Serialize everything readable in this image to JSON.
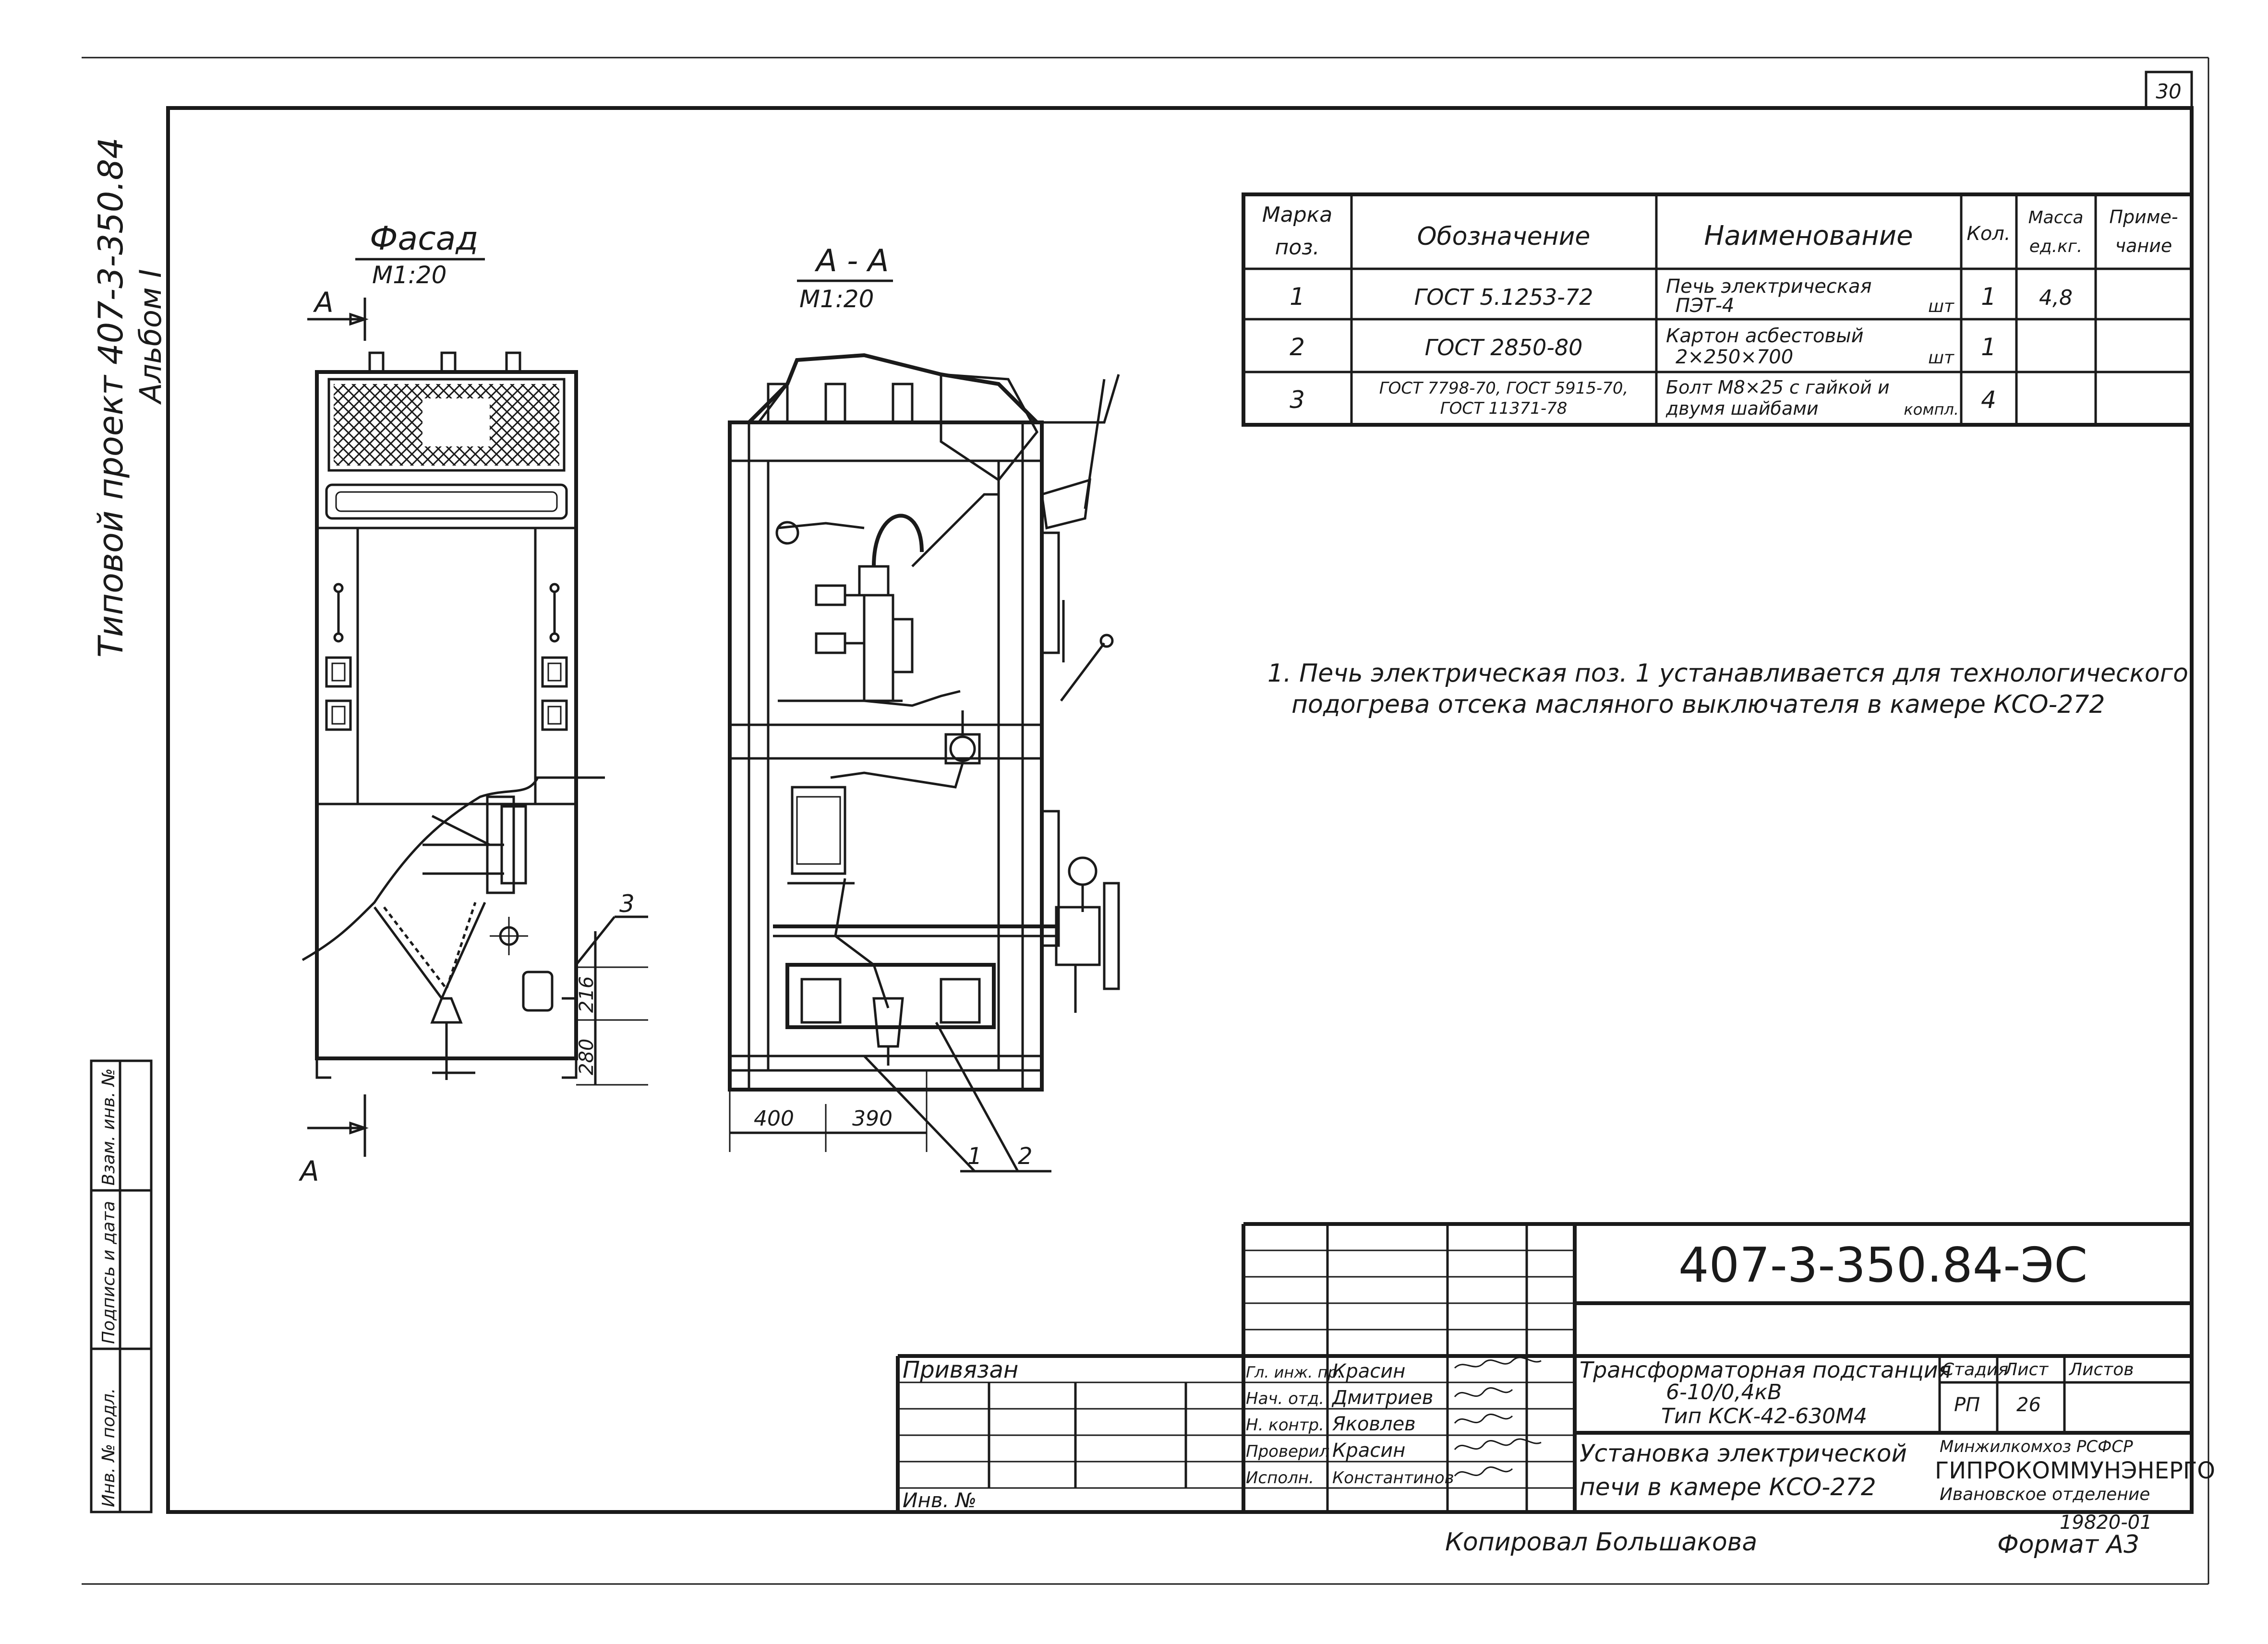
{
  "sheet_number": "30",
  "side_title": "Типовой проект 407-3-350.84",
  "side_album": "Альбом I",
  "left_stamp": {
    "col1": "Инв. № подл.",
    "col2": "Подпись и дата",
    "col3": "Взам. инв. №"
  },
  "views": {
    "facade": {
      "title": "Фасад",
      "scale": "М1:20",
      "section_mark": "А",
      "callout": "3",
      "dim1": "216",
      "dim2": "280"
    },
    "section": {
      "title": "А - А",
      "scale": "М1:20",
      "dim_left": "400",
      "dim_right": "390",
      "callout1": "1",
      "callout2": "2"
    }
  },
  "spec_table": {
    "headers": [
      "Марка поз.",
      "Обозначение",
      "Наименование",
      "Кол.",
      "Масса ед. кг.",
      "Примечание"
    ],
    "header_lines": {
      "mark1": "Марка",
      "mark2": "поз.",
      "desig": "Обозначение",
      "name": "Наименование",
      "qty": "Кол.",
      "mass1": "Масса",
      "mass2": "ед.кг.",
      "note1": "Приме-",
      "note2": "чание"
    },
    "rows": [
      {
        "mark": "1",
        "designation": "ГОСТ 5.1253-72",
        "name1": "Печь электрическая",
        "name2": "ПЭТ-4",
        "unit": "шт",
        "qty": "1",
        "mass": "4,8",
        "note": ""
      },
      {
        "mark": "2",
        "designation": "ГОСТ 2850-80",
        "name1": "Картон асбестовый",
        "name2": "2×250×700",
        "unit": "шт",
        "qty": "1",
        "mass": "",
        "note": ""
      },
      {
        "mark": "3",
        "designation1": "ГОСТ 7798-70, ГОСТ 5915-70,",
        "designation2": "ГОСТ 11371-78",
        "name1": "Болт М8×25 с гайкой и",
        "name2": "двумя шайбами",
        "unit": "компл.",
        "qty": "4",
        "mass": "",
        "note": ""
      }
    ]
  },
  "note_line1": "1. Печь электрическая поз. 1 устанавливается для технологического",
  "note_line2": "подогрева отсека масляного выключателя в камере КСО-272",
  "title_block": {
    "doc_code": "407-3-350.84-ЭС",
    "privyazan": "Привязан",
    "inv_no": "Инв. №",
    "roles": [
      {
        "role": "Гл. инж. пр.",
        "name": "Красин"
      },
      {
        "role": "Нач. отд.",
        "name": "Дмитриев"
      },
      {
        "role": "Н. контр.",
        "name": "Яковлев"
      },
      {
        "role": "Проверил",
        "name": "Красин"
      },
      {
        "role": "Исполн.",
        "name": "Константинов"
      }
    ],
    "object_line1": "Трансформаторная подстанция",
    "object_line2": "6-10/0,4кВ",
    "object_line3": "Тип КСК-42-630М4",
    "sheet_title1": "Установка электрической",
    "sheet_title2": "печи в камере КСО-272",
    "stage_label": "Стадия",
    "sheet_label": "Лист",
    "sheets_label": "Листов",
    "stage": "РП",
    "sheet": "26",
    "org1": "Минжилкомхоз РСФСР",
    "org2": "ГИПРОКОММУНЭНЕРГО",
    "org3": "Ивановское отделение",
    "copied": "Копировал Большакова",
    "archive_no": "19820-01",
    "format": "Формат А3"
  }
}
